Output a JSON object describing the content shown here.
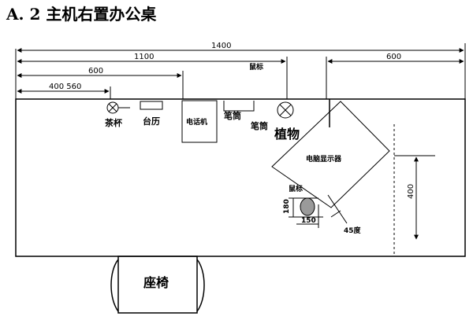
{
  "title": "A. 2  主机右置办公桌",
  "dimensions": {
    "width_total": "1400",
    "width_1100": "1100",
    "right_600": "600",
    "left_600": "600",
    "left_400_560": "400 560",
    "depth_400": "400",
    "mouse_h": "180",
    "mouse_w": "150",
    "angle": "45度"
  },
  "labels": {
    "tea_cup": "茶杯",
    "calendar": "台历",
    "telephone": "电话机",
    "pen_holder_1": "笔筒",
    "pen_holder_2": "笔筒",
    "plant": "植物",
    "mouse_top": "鼠标",
    "mouse_lower": "鼠标",
    "monitor": "电脑显示器",
    "chair": "座椅"
  }
}
